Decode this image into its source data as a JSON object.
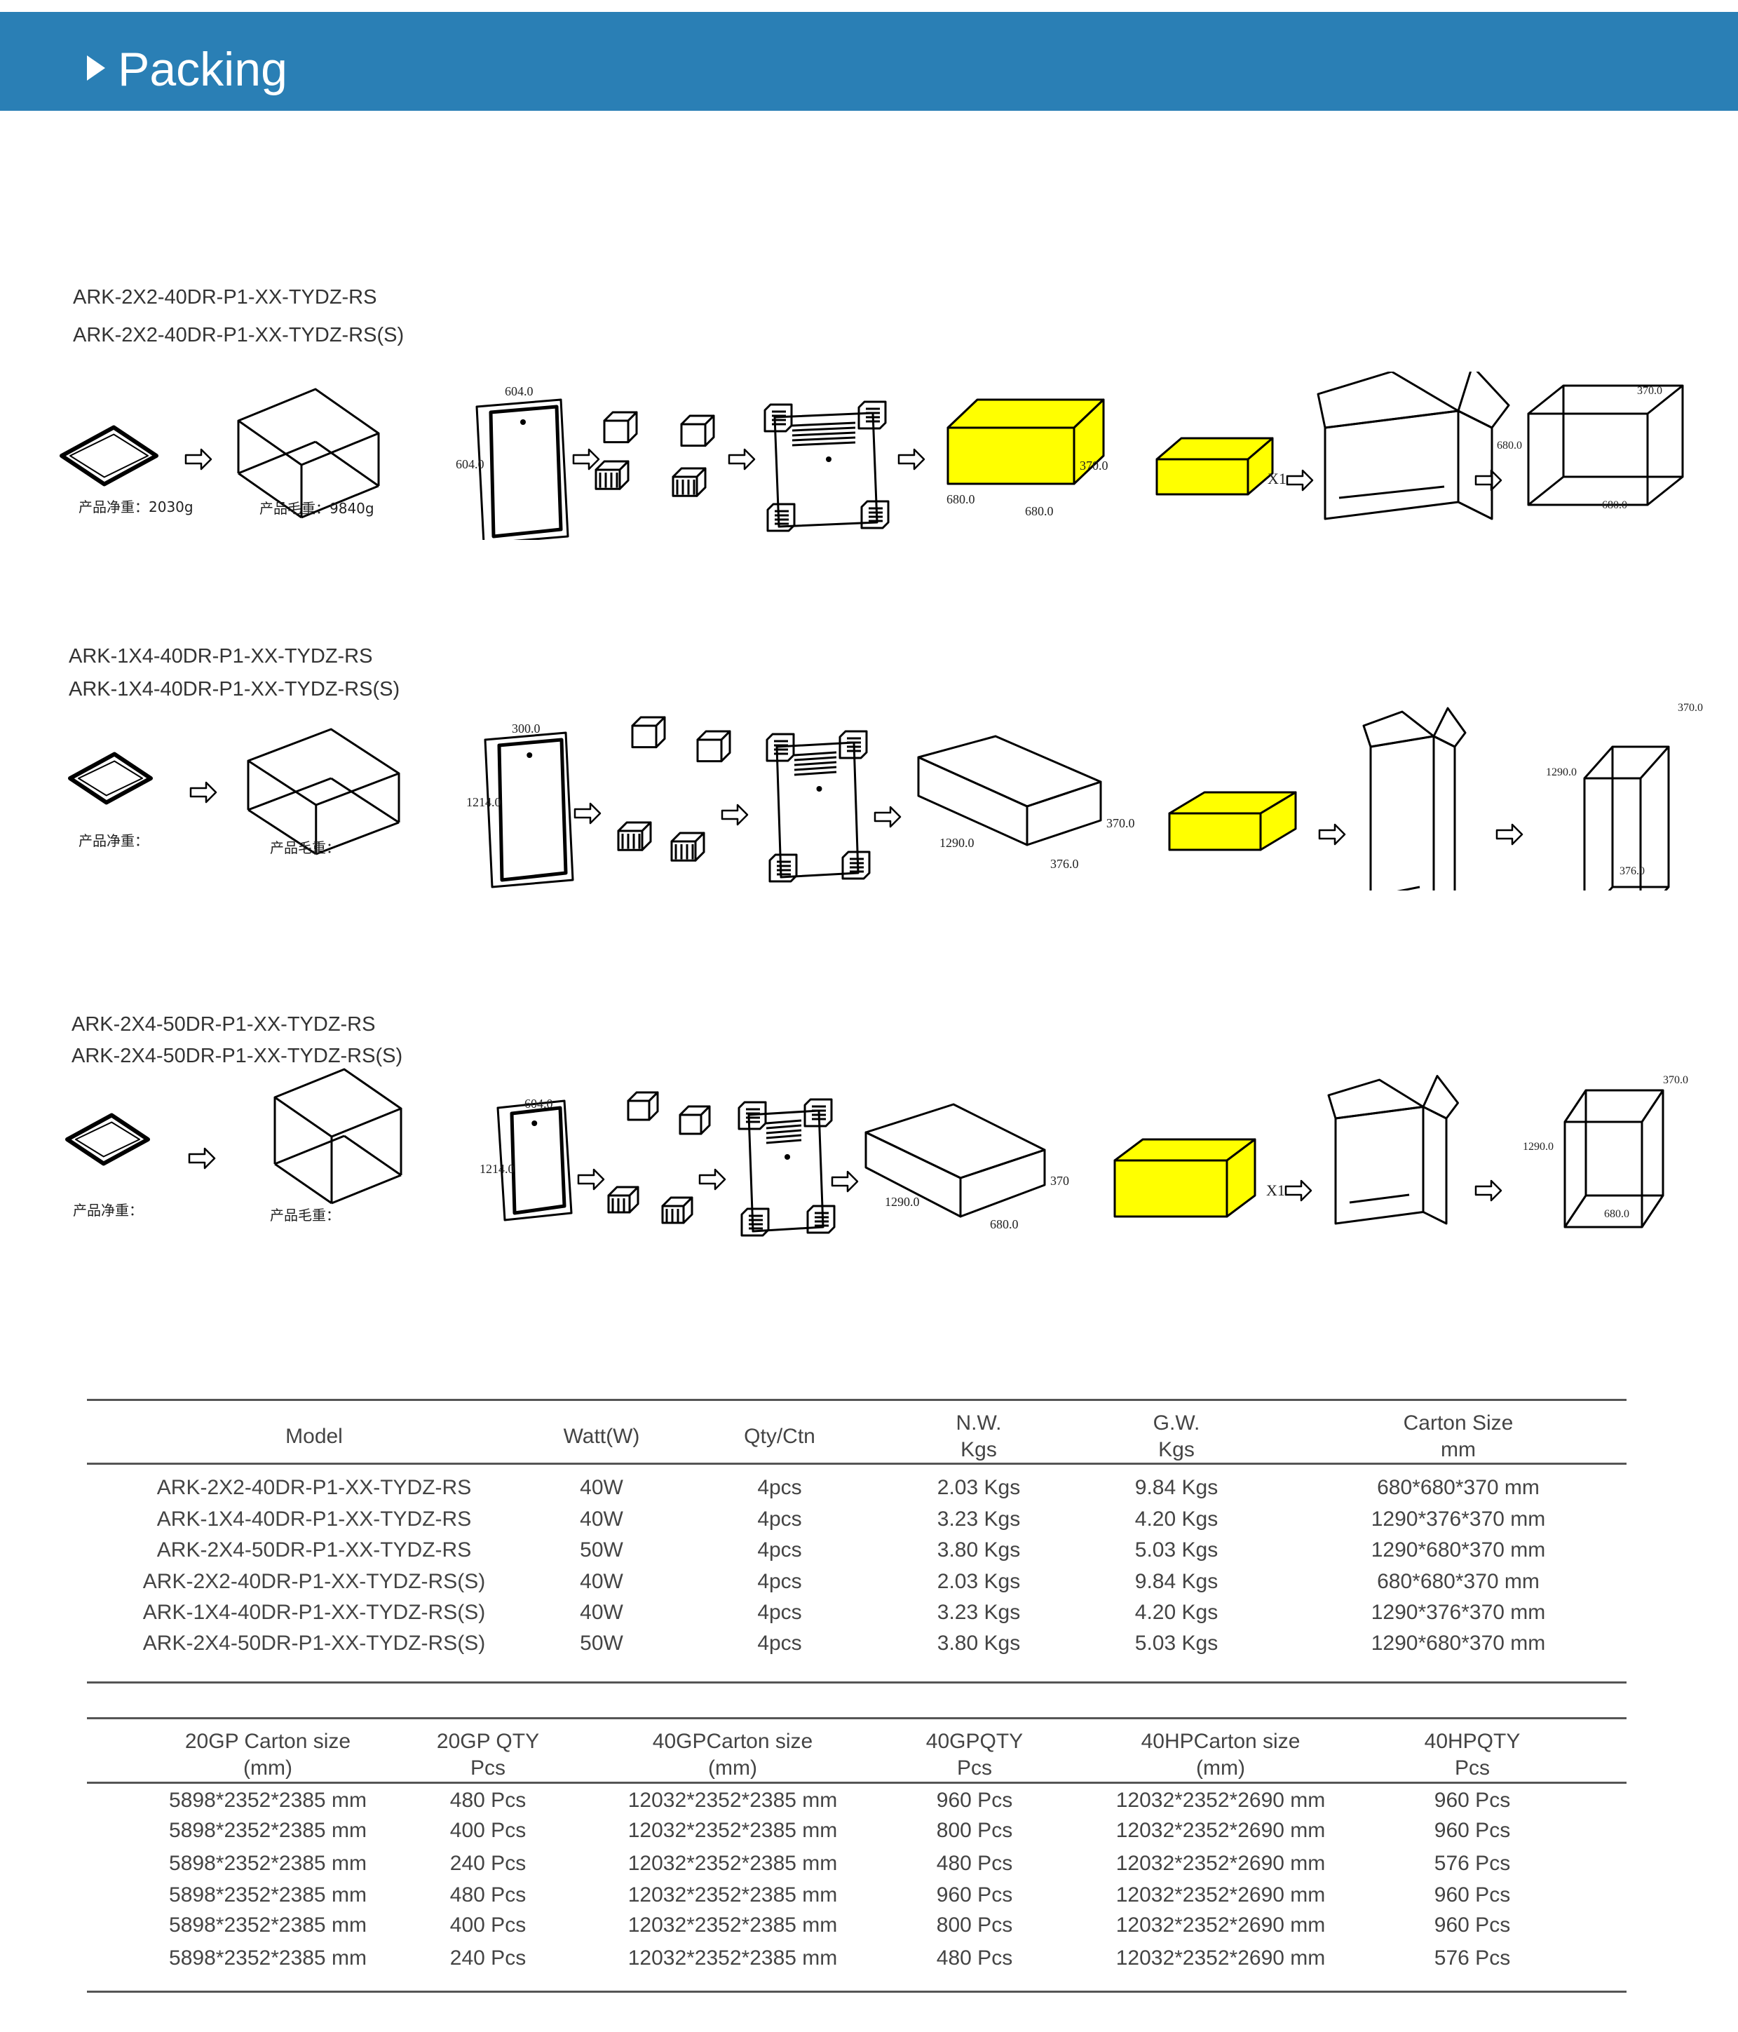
{
  "header": {
    "title": "Packing"
  },
  "diagrams": [
    {
      "models": [
        "ARK-2X2-40DR-P1-XX-TYDZ-RS",
        "ARK-2X2-40DR-P1-XX-TYDZ-RS(S)"
      ],
      "net_weight_label": "产品净重：2030g",
      "gross_weight_label": "产品毛重：9840g",
      "panel_w": "604.0",
      "panel_h": "604.0",
      "box_h": "370.0",
      "box_l": "680.0",
      "box_w": "680.0",
      "multiplier": "X1",
      "outer_top": "370.0",
      "outer_side": "680.0",
      "outer_bottom": "680.0"
    },
    {
      "models": [
        "ARK-1X4-40DR-P1-XX-TYDZ-RS",
        "ARK-1X4-40DR-P1-XX-TYDZ-RS(S)"
      ],
      "net_weight_label": "产品净重：",
      "gross_weight_label": "产品毛重：",
      "panel_w": "300.0",
      "panel_h": "1214.0",
      "box_h": "370.0",
      "box_l": "1290.0",
      "box_w": "376.0",
      "multiplier": "",
      "outer_top": "370.0",
      "outer_side": "1290.0",
      "outer_bottom": "376.0"
    },
    {
      "models": [
        "ARK-2X4-50DR-P1-XX-TYDZ-RS",
        "ARK-2X4-50DR-P1-XX-TYDZ-RS(S)"
      ],
      "net_weight_label": "产品净重：",
      "gross_weight_label": "产品毛重：",
      "panel_w": "604.0",
      "panel_h": "1214.0",
      "box_h": "370",
      "box_l": "1290.0",
      "box_w": "680.0",
      "multiplier": "X1",
      "outer_top": "370.0",
      "outer_side": "1290.0",
      "outer_bottom": "680.0"
    }
  ],
  "colors": {
    "header": "#2a7fb5",
    "box_fill": "#ffff00",
    "line": "#000000"
  },
  "table1": {
    "headers": [
      [
        "Model"
      ],
      [
        "Watt(W)"
      ],
      [
        "Qty/Ctn"
      ],
      [
        "N.W.",
        "Kgs"
      ],
      [
        "G.W.",
        "Kgs"
      ],
      [
        "Carton Size",
        "mm"
      ]
    ],
    "rows": [
      [
        "ARK-2X2-40DR-P1-XX-TYDZ-RS",
        "40W",
        "4pcs",
        "2.03 Kgs",
        "9.84 Kgs",
        "680*680*370 mm"
      ],
      [
        "ARK-1X4-40DR-P1-XX-TYDZ-RS",
        "40W",
        "4pcs",
        "3.23 Kgs",
        "4.20 Kgs",
        "1290*376*370 mm"
      ],
      [
        "ARK-2X4-50DR-P1-XX-TYDZ-RS",
        "50W",
        "4pcs",
        "3.80 Kgs",
        "5.03 Kgs",
        "1290*680*370 mm"
      ],
      [
        "ARK-2X2-40DR-P1-XX-TYDZ-RS(S)",
        "40W",
        "4pcs",
        "2.03 Kgs",
        "9.84 Kgs",
        "680*680*370 mm"
      ],
      [
        "ARK-1X4-40DR-P1-XX-TYDZ-RS(S)",
        "40W",
        "4pcs",
        "3.23 Kgs",
        "4.20 Kgs",
        "1290*376*370 mm"
      ],
      [
        "ARK-2X4-50DR-P1-XX-TYDZ-RS(S)",
        "50W",
        "4pcs",
        "3.80 Kgs",
        "5.03 Kgs",
        "1290*680*370 mm"
      ]
    ]
  },
  "table2": {
    "headers": [
      [
        "20GP Carton size",
        "(mm)"
      ],
      [
        "20GP QTY",
        "Pcs"
      ],
      [
        "40GPCarton size",
        "(mm)"
      ],
      [
        "40GPQTY",
        "Pcs"
      ],
      [
        "40HPCarton size",
        "(mm)"
      ],
      [
        "40HPQTY",
        "Pcs"
      ]
    ],
    "rows": [
      [
        "5898*2352*2385 mm",
        "480 Pcs",
        "12032*2352*2385 mm",
        "960 Pcs",
        "12032*2352*2690 mm",
        "960 Pcs"
      ],
      [
        "5898*2352*2385 mm",
        "400 Pcs",
        "12032*2352*2385 mm",
        "800 Pcs",
        "12032*2352*2690 mm",
        "960 Pcs"
      ],
      [
        "5898*2352*2385 mm",
        "240 Pcs",
        "12032*2352*2385 mm",
        "480 Pcs",
        "12032*2352*2690 mm",
        "576 Pcs"
      ],
      [
        "5898*2352*2385 mm",
        "480 Pcs",
        "12032*2352*2385 mm",
        "960 Pcs",
        "12032*2352*2690 mm",
        "960 Pcs"
      ],
      [
        "5898*2352*2385 mm",
        "400 Pcs",
        "12032*2352*2385 mm",
        "800 Pcs",
        "12032*2352*2690 mm",
        "960 Pcs"
      ],
      [
        "5898*2352*2385 mm",
        "240 Pcs",
        "12032*2352*2385 mm",
        "480 Pcs",
        "12032*2352*2690 mm",
        "576 Pcs"
      ]
    ]
  }
}
